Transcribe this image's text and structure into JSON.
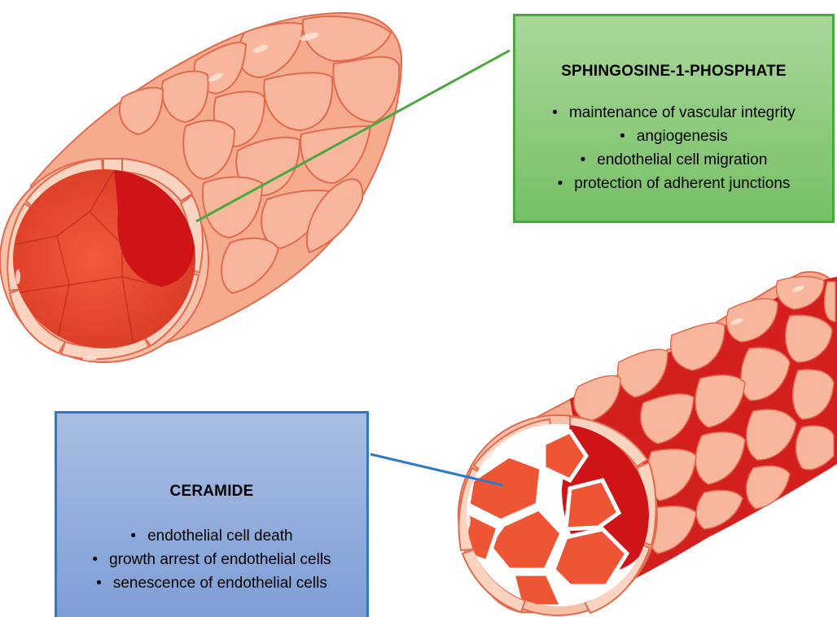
{
  "s1p_box": {
    "title": "SPHINGOSINE-1-PHOSPHATE",
    "items": [
      "maintenance of vascular integrity",
      "angiogenesis",
      "endothelial cell migration",
      "protection of adherent junctions"
    ]
  },
  "ceramide_box": {
    "title": "CERAMIDE",
    "items": [
      "endothelial cell death",
      "growth arrest of endothelial cells",
      "senescence of endothelial cells"
    ]
  },
  "colors": {
    "s1p_border": "#4aa83e",
    "s1p_fill": "#8ccb7b",
    "ceramide_border": "#2f78c4",
    "ceramide_fill": "#93aedd",
    "vessel_wall": "#f6ab8e",
    "cell_border": "#e26a4e",
    "lumen": "#e8492f",
    "lumen_dark": "#cf1418",
    "gap_red": "#d41f1f"
  },
  "icons": [
    "intact-blood-vessel",
    "damaged-blood-vessel"
  ]
}
